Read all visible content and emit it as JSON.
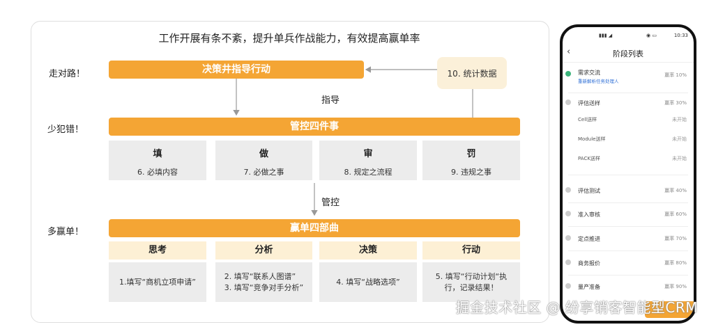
{
  "title": "工作开展有条不紊，提升单兵作战能力，有效提高赢单率",
  "side_labels": {
    "row1": "走对路！",
    "row2": "少犯错！",
    "row3": "多赢单！"
  },
  "bars": {
    "decision": "决策井指导行动",
    "control": "管控四件事",
    "win": "赢单四部曲"
  },
  "stat_box": "10. 统计数据",
  "arrow_labels": {
    "guide": "指导",
    "control": "管控"
  },
  "control_items": [
    {
      "head": "填",
      "body": "6. 必填内容"
    },
    {
      "head": "做",
      "body": "7. 必做之事"
    },
    {
      "head": "审",
      "body": "8. 规定之流程"
    },
    {
      "head": "罚",
      "body": "9. 违规之事"
    }
  ],
  "win_steps": [
    {
      "head": "思考",
      "lines": [
        "1.填写“商机立项申请”"
      ]
    },
    {
      "head": "分析",
      "lines": [
        "2. 填写“联系人图谱”",
        "3. 填写“竞争对手分析”"
      ]
    },
    {
      "head": "决策",
      "lines": [
        "4. 填写“战略选项”"
      ]
    },
    {
      "head": "行动",
      "lines": [
        "5. 填写“行动计划“执",
        "行，记录结果！"
      ]
    }
  ],
  "phone": {
    "status_time": "10:33",
    "title": "阶段列表",
    "back_icon": "chevron-left-icon",
    "stages": [
      {
        "name": "需求交流",
        "sub": "重新解析任务处理人",
        "rate": "赢率 10%"
      },
      {
        "name": "评估送样",
        "rate": "赢率 30%",
        "children": [
          {
            "name": "Cell送样",
            "status": "未开始"
          },
          {
            "name": "Module送样",
            "status": "未开始"
          },
          {
            "name": "PACK送样",
            "status": "未开始"
          }
        ]
      },
      {
        "name": "评估测试",
        "rate": "赢率 40%"
      },
      {
        "name": "准入审核",
        "rate": "赢率 60%"
      },
      {
        "name": "定点推进",
        "rate": "赢率 70%"
      },
      {
        "name": "商务报价",
        "rate": "赢率 80%"
      },
      {
        "name": "量产准备",
        "rate": "赢率 90%"
      }
    ]
  },
  "watermark": "掘金技术社区 @ 纷享销客智能型CRM",
  "colors": {
    "accent": "#f4a534",
    "light_yellow": "#fdf0d5",
    "gray_box": "#ececec",
    "link_blue": "#2f6fd6",
    "first_dot": "#3bb37a"
  }
}
